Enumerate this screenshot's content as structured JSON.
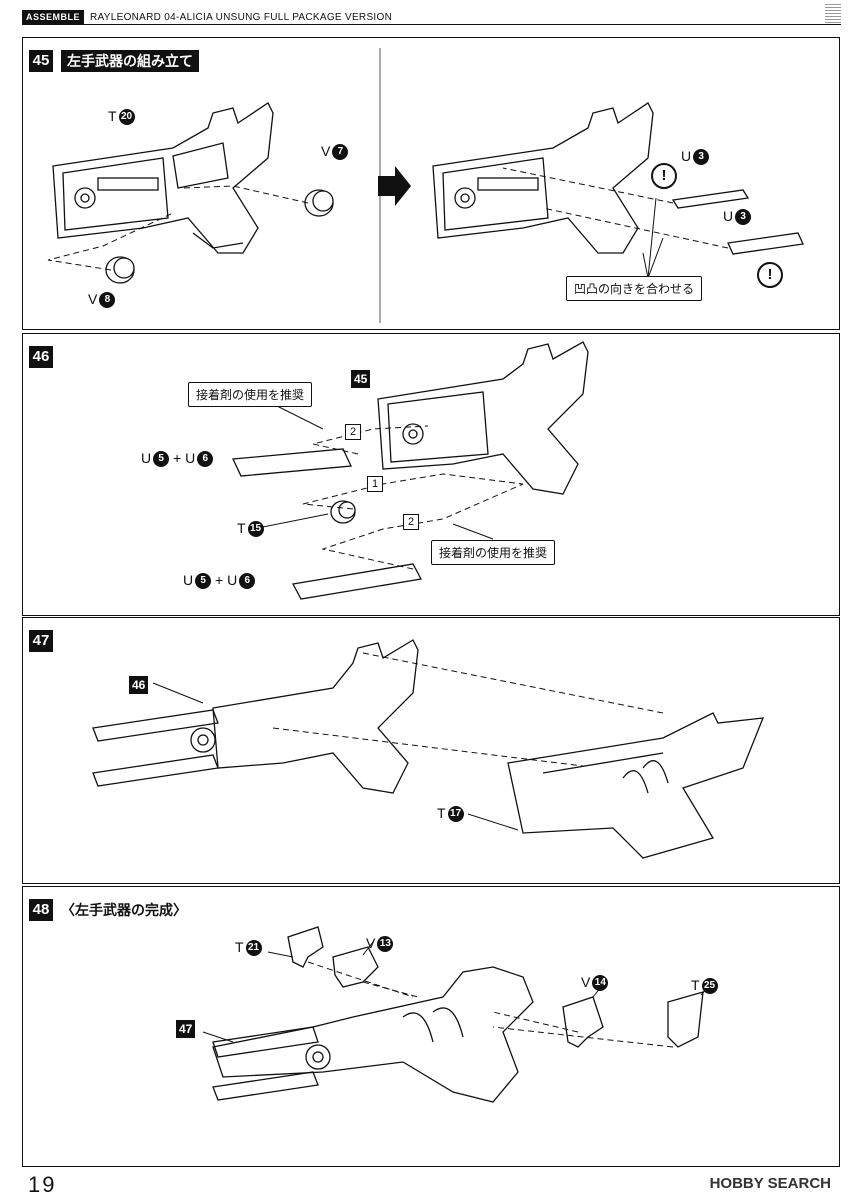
{
  "header": {
    "badge": "ASSEMBLE",
    "title": "RAYLEONARD 04-ALICIA UNSUNG FULL PACKAGE VERSION"
  },
  "steps": [
    {
      "number": "45",
      "title": "左手武器の組み立て",
      "labels": {
        "t20_letter": "T",
        "t20_num": "20",
        "v7_letter": "V",
        "v7_num": "7",
        "v8_letter": "V",
        "v8_num": "8",
        "u3a_letter": "U",
        "u3a_num": "3",
        "u3b_letter": "U",
        "u3b_num": "3"
      },
      "note": "凹凸の向きを合わせる",
      "warn": "!"
    },
    {
      "number": "46",
      "note_top": "接着剤の使用を推奨",
      "note_bottom": "接着剤の使用を推奨",
      "ref": "45",
      "order_1": "1",
      "order_2a": "2",
      "order_2b": "2",
      "labels": {
        "u_top_a": "U",
        "u_top_a_num": "5",
        "plus": "+",
        "u_top_b": "U",
        "u_top_b_num": "6",
        "t15_letter": "T",
        "t15_num": "15",
        "u_bot_a": "U",
        "u_bot_a_num": "5",
        "u_bot_b": "U",
        "u_bot_b_num": "6"
      }
    },
    {
      "number": "47",
      "ref": "46",
      "labels": {
        "t17_letter": "T",
        "t17_num": "17"
      }
    },
    {
      "number": "48",
      "title": "〈左手武器の完成〉",
      "ref": "47",
      "labels": {
        "t21_letter": "T",
        "t21_num": "21",
        "v13_letter": "V",
        "v13_num": "13",
        "v14_letter": "V",
        "v14_num": "14",
        "t25_letter": "T",
        "t25_num": "25"
      }
    }
  ],
  "footer": {
    "page_number": "19",
    "logo": "HOBBY SEARCH"
  }
}
